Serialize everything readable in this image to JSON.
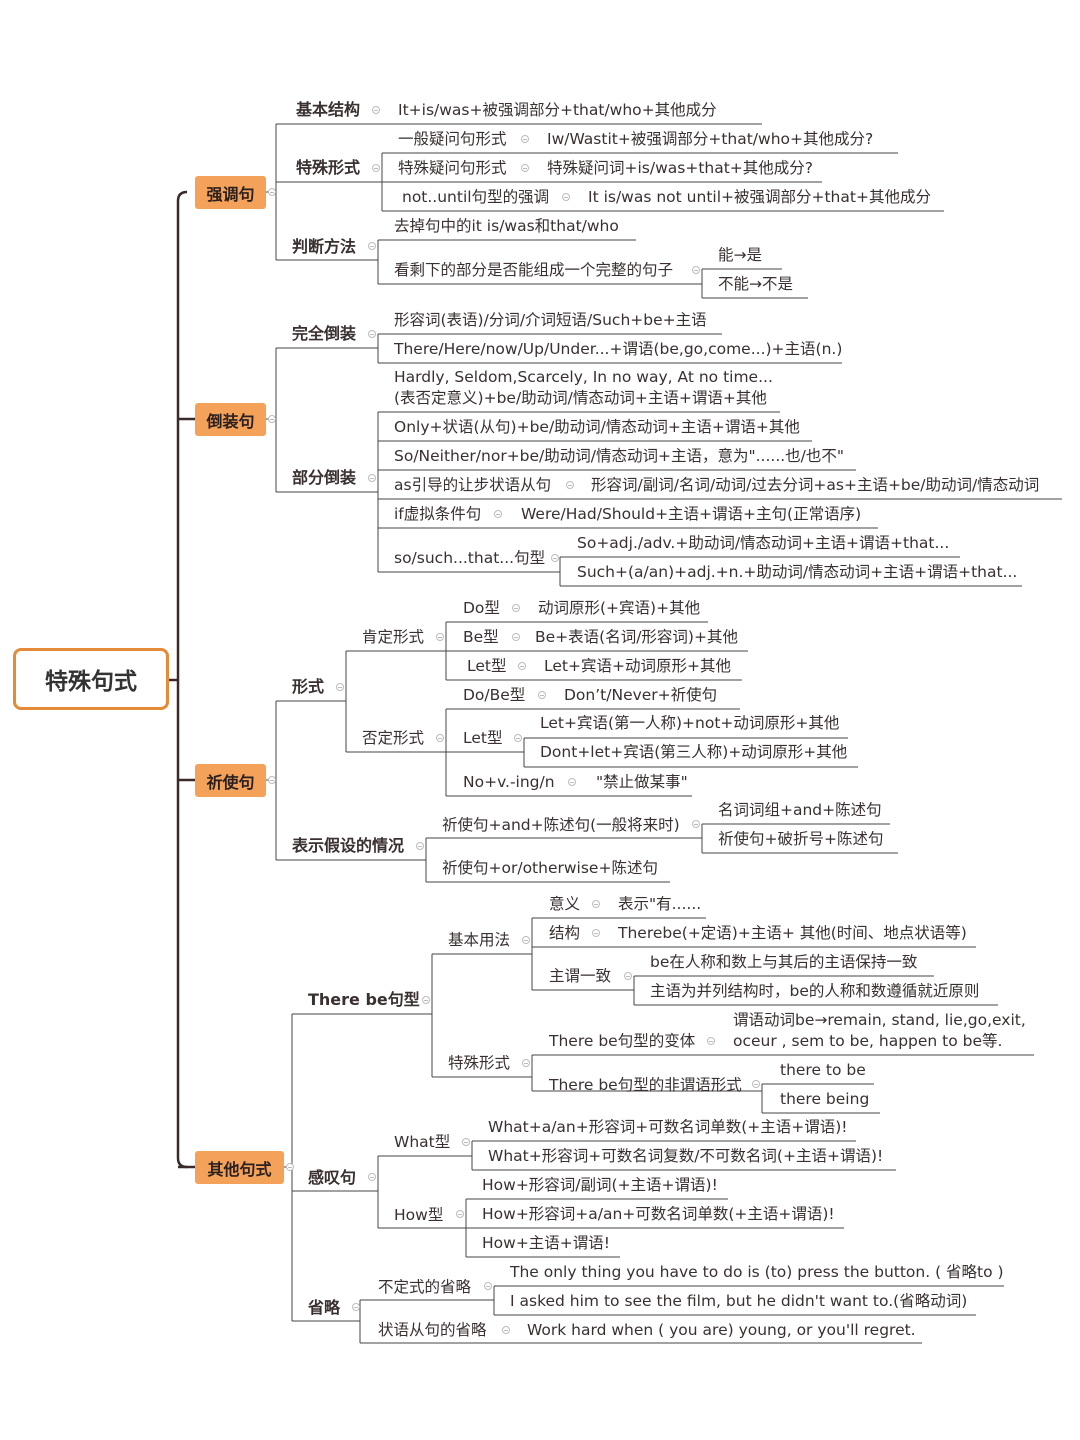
{
  "root": "特殊句式",
  "emphasis": {
    "label": "强调句",
    "basic": {
      "label": "基本结构",
      "value": "It+is/was+被强调部分+that/who+其他成分"
    },
    "special": {
      "label": "特殊形式",
      "general_q": {
        "label": "一般疑问句形式",
        "value": "Iw/Wastit+被强调部分+that/who+其他成分?"
      },
      "wh_q": {
        "label": "特殊疑问句形式",
        "value": "特殊疑问词+is/was+that+其他成分?"
      },
      "not_until": {
        "label": "not..until句型的强调",
        "value": "It is/was not until+被强调部分+that+其他成分"
      }
    },
    "judge": {
      "label": "判断方法",
      "step1": "去掉句中的it is/was和that/who",
      "step2": "看剩下的部分是否能组成一个完整的句子",
      "yes": "能→是",
      "no": "不能→不是"
    }
  },
  "inversion": {
    "label": "倒装句",
    "full": {
      "label": "完全倒装",
      "items": [
        "形容词(表语)/分词/介词短语/Such+be+主语",
        "There/Here/now/Up/Under...+谓语(be,go,come...)+主语(n.)"
      ]
    },
    "partial": {
      "label": "部分倒装",
      "neg_line1": "Hardly, Seldom,Scarcely, In no way, At no time...",
      "neg_line2": "(表否定意义)+be/助动词/情态动词+主语+谓语+其他",
      "only": "Only+状语(从句)+be/助动词/情态动词+主语+谓语+其他",
      "so_neither": "So/Neither/nor+be/助动词/情态动词+主语，意为\"......也/也不\"",
      "as_label": "as引导的让步状语从句",
      "as_value": "形容词/副词/名词/动词/过去分词+as+主语+be/助动词/情态动词",
      "if_label": "if虚拟条件句",
      "if_value": "Were/Had/Should+主语+谓语+主句(正常语序)",
      "so_such_label": "so/such...that...句型",
      "so_value": "So+adj./adv.+助动词/情态动词+主语+谓语+that...",
      "such_value": "Such+(a/an)+adj.+n.+助动词/情态动词+主语+谓语+that..."
    }
  },
  "imperative": {
    "label": "祈使句",
    "form": {
      "label": "形式",
      "positive": {
        "label": "肯定形式",
        "do_label": "Do型",
        "do_value": "动词原形(+宾语)+其他",
        "be_label": "Be型",
        "be_value": "Be+表语(名词/形容词)+其他",
        "let_label": "Let型",
        "let_value": "Let+宾语+动词原形+其他"
      },
      "negative": {
        "label": "否定形式",
        "dobe_label": "Do/Be型",
        "dobe_value": "Don’t/Never+祈使句",
        "let_label": "Let型",
        "let_value1": "Let+宾语(第一人称)+not+动词原形+其他",
        "let_value2": "Dont+let+宾语(第三人称)+动词原形+其他",
        "no_label": "No+v.-ing/n",
        "no_value": "\"禁止做某事\""
      }
    },
    "hypo": {
      "label": "表示假设的情况",
      "and_label": "祈使句+and+陈述句(一般将来时)",
      "and_v1": "名词词组+and+陈述句",
      "and_v2": "祈使句+破折号+陈述句",
      "or_label": "祈使句+or/otherwise+陈述句"
    }
  },
  "others": {
    "label": "其他句式",
    "there_be": {
      "label": "There be句型",
      "basic": {
        "label": "基本用法",
        "meaning_label": "意义",
        "meaning_value": "表示\"有......",
        "structure_label": "结构",
        "structure_value": "Therebe(+定语)+主语+ 其他(时间、地点状语等)",
        "agree_label": "主谓一致",
        "agree_v1": "be在人称和数上与其后的主语保持一致",
        "agree_v2": "主语为并列结构时，be的人称和数遵循就近原则"
      },
      "special": {
        "label": "特殊形式",
        "variant_label": "There be句型的变体",
        "variant_line1": "谓语动词be→remain, stand, lie,go,exit,",
        "variant_line2": "oceur , sem to be, happen to be等.",
        "nonfinite_label": "There be句型的非谓语形式",
        "nonfinite_v1": "there to be",
        "nonfinite_v2": "there being"
      }
    },
    "exclamation": {
      "label": "感叹句",
      "what_label": "What型",
      "what_v1": "What+a/an+形容词+可数名词单数(+主语+谓语)!",
      "what_v2": "What+形容词+可数名词复数/不可数名词(+主语+谓语)!",
      "how_label": "How型",
      "how_v1": "How+形容词/副词(+主语+谓语)!",
      "how_v2": "How+形容词+a/an+可数名词单数(+主语+谓语)!",
      "how_v3": "How+主语+谓语!"
    },
    "ellipsis": {
      "label": "省略",
      "inf_label": "不定式的省略",
      "inf_v1": "The only thing you have to do is (to) press the button. ( 省略to )",
      "inf_v2": "I asked him to see the film, but he didn't want to.(省略动词)",
      "adv_label": "状语从句的省略",
      "adv_v": "Work hard when ( you are) young, or you'll regret."
    }
  }
}
